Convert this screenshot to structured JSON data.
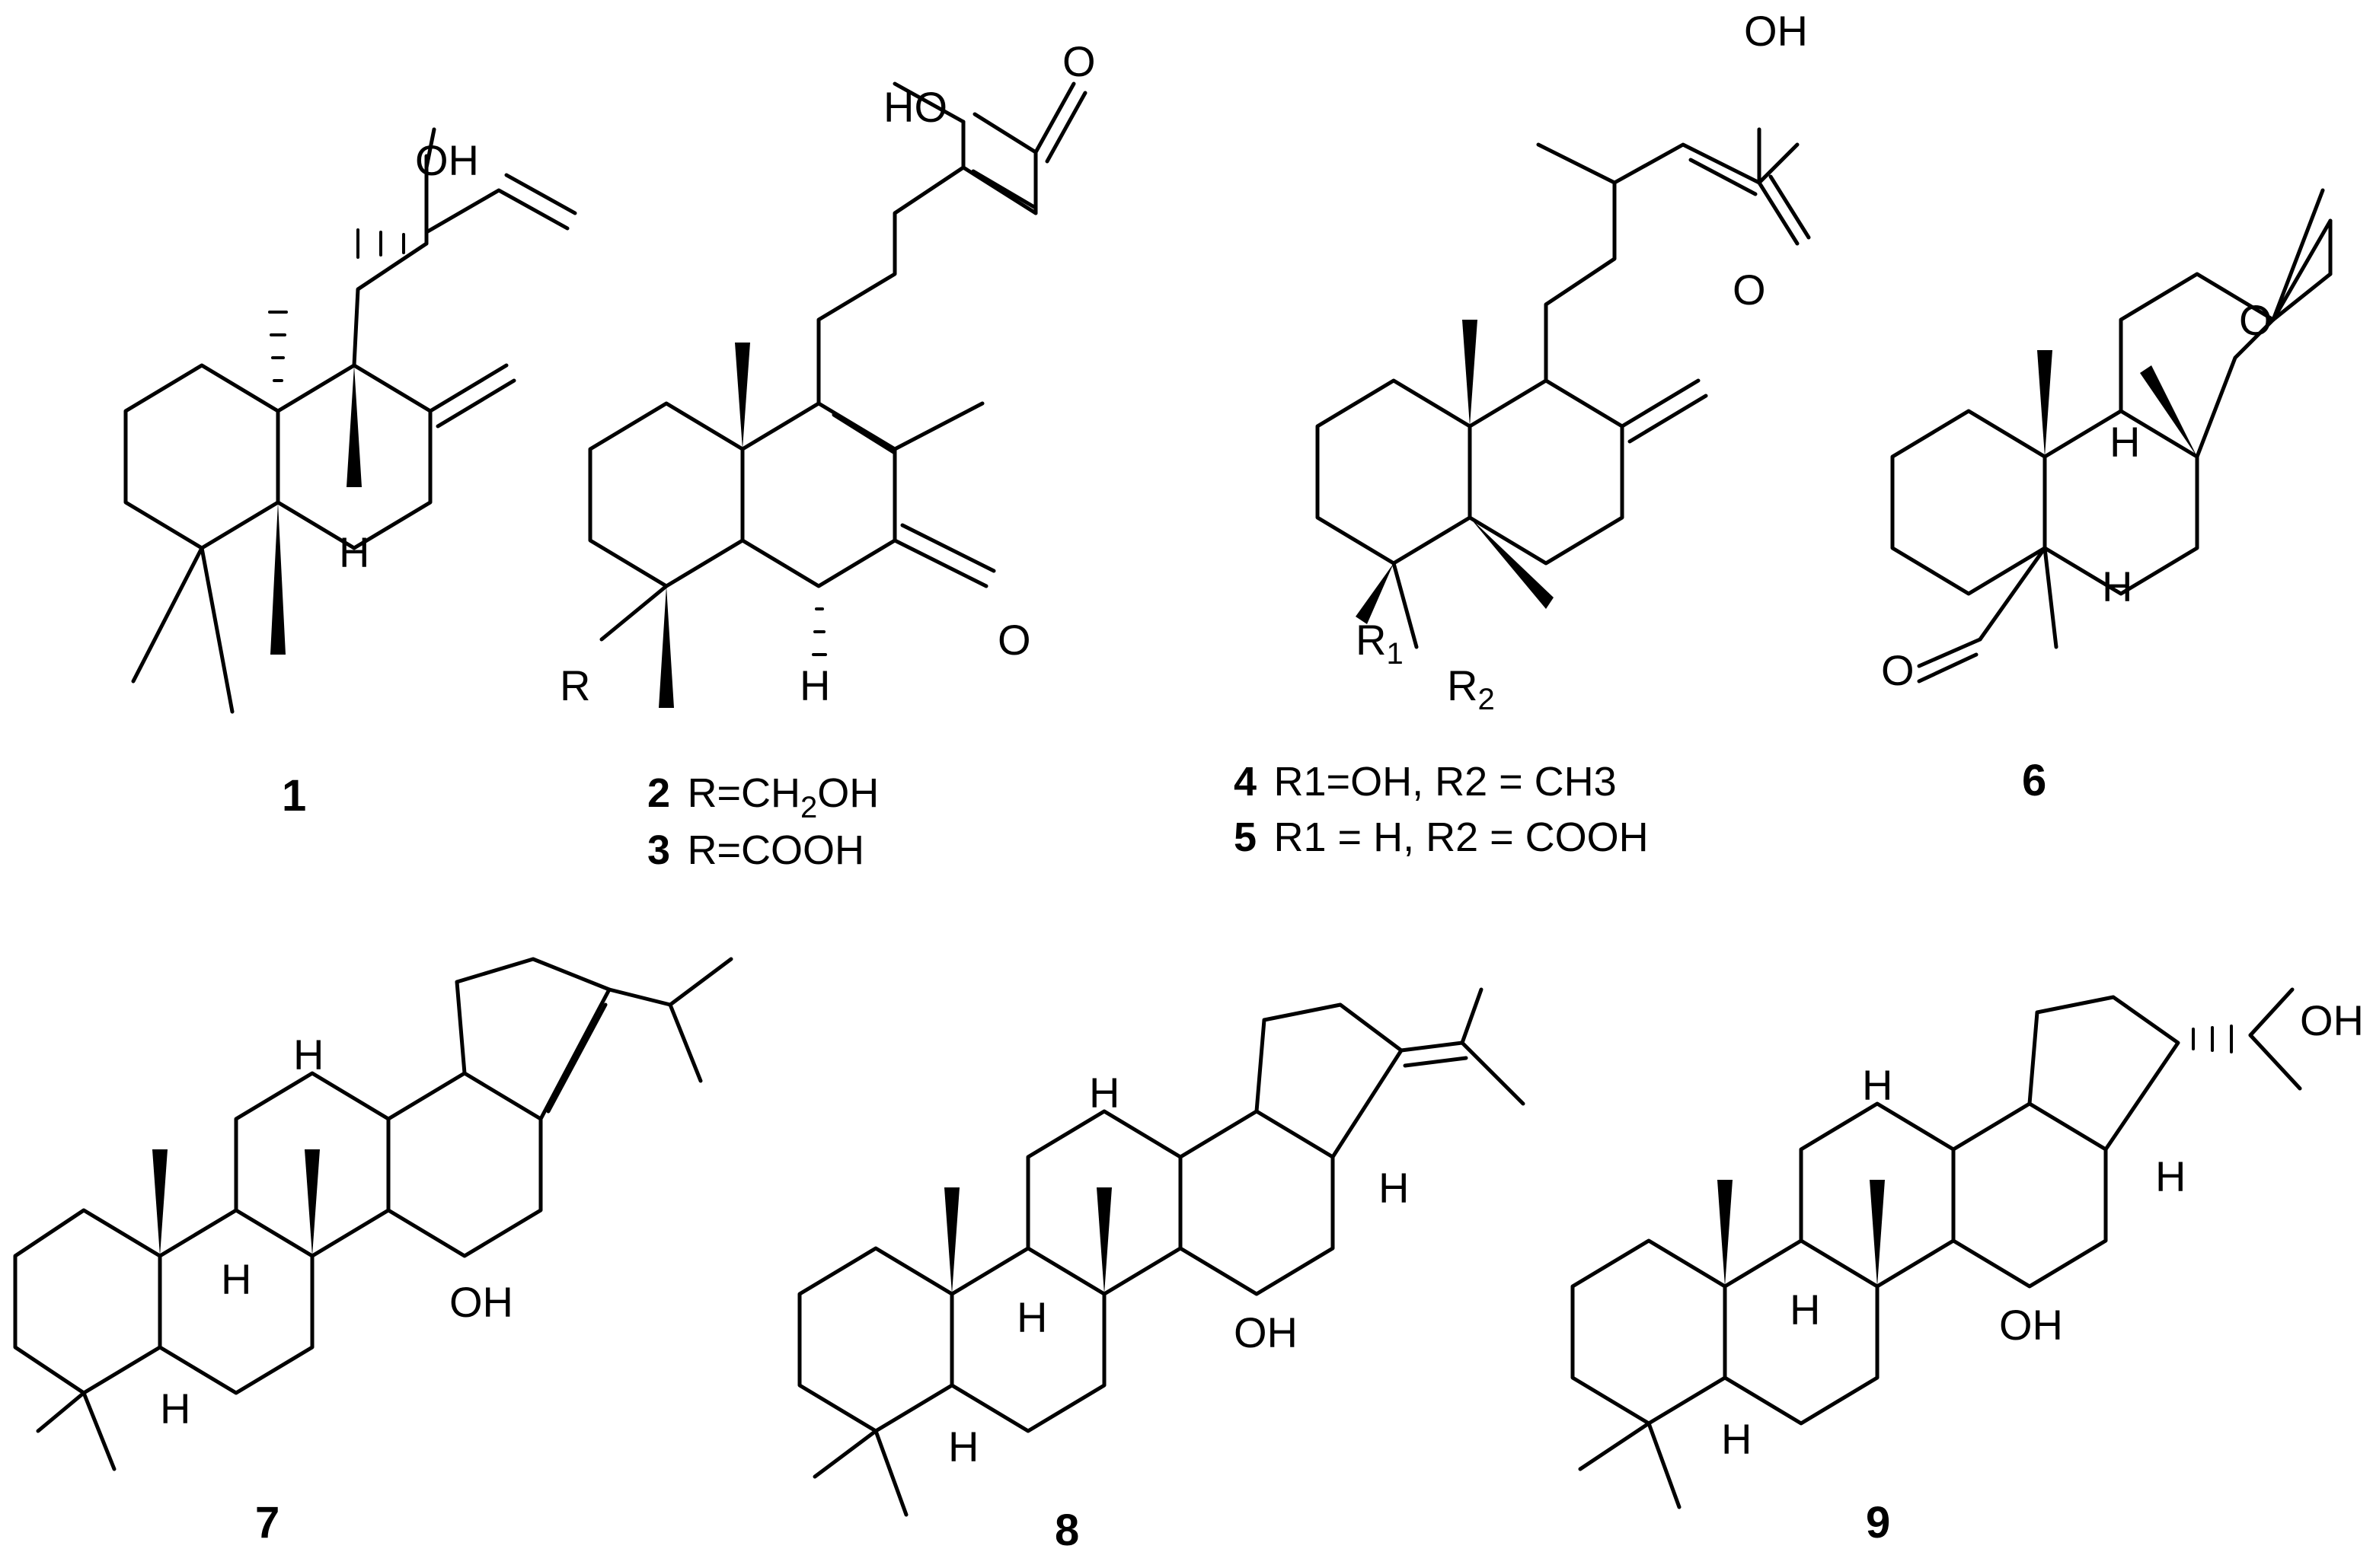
{
  "compounds": [
    {
      "number": "1",
      "caption": "",
      "labels": {
        "oh": "OH",
        "h": "H"
      }
    },
    {
      "number": "2",
      "caption": "R=CH",
      "caption_sub": "2",
      "caption_tail": "OH",
      "labels": {
        "ho": "HO",
        "o1": "O",
        "o2": "O",
        "r": "R",
        "h": "H"
      }
    },
    {
      "number": "3",
      "caption": "R=COOH"
    },
    {
      "number": "4",
      "caption": "R1=OH, R2 = CH3",
      "labels": {
        "oh": "OH",
        "o": "O",
        "r1": "R",
        "r1_sub": "1",
        "r2": "R",
        "r2_sub": "2"
      }
    },
    {
      "number": "5",
      "caption": "R1 = H, R2 = COOH"
    },
    {
      "number": "6",
      "caption": "",
      "labels": {
        "o1": "O",
        "o2": "O",
        "h1": "H",
        "h2": "H"
      }
    },
    {
      "number": "7",
      "caption": "",
      "labels": {
        "h1": "H",
        "h2": "H",
        "h3": "H",
        "oh": "OH"
      }
    },
    {
      "number": "8",
      "caption": "",
      "labels": {
        "h1": "H",
        "h2": "H",
        "h3": "H",
        "h4": "H",
        "oh": "OH"
      }
    },
    {
      "number": "9",
      "caption": "",
      "labels": {
        "h1": "H",
        "h2": "H",
        "h3": "H",
        "h4": "H",
        "oh": "OH",
        "oh2": "OH"
      }
    }
  ]
}
